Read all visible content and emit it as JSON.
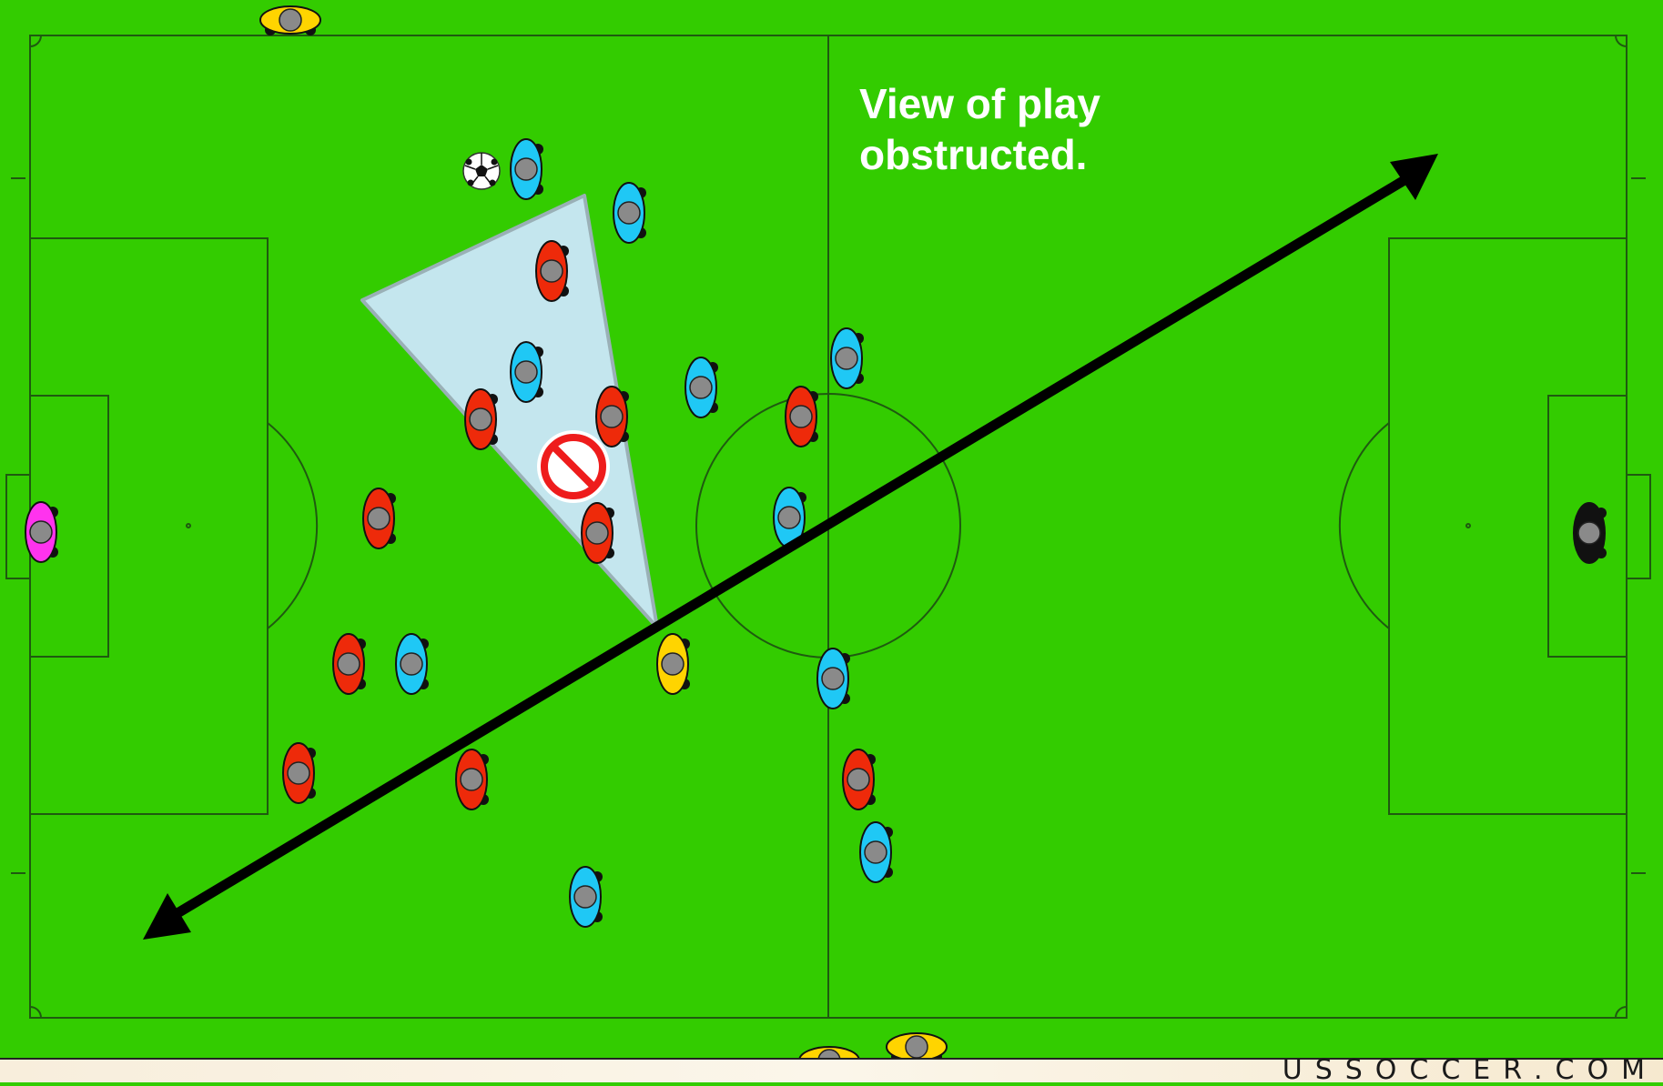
{
  "caption": {
    "line1": "View of play",
    "line2": "obstructed."
  },
  "footer": {
    "brand": "USSOCCER.COM"
  },
  "colors": {
    "field": "#33cc00",
    "lines": "#1f5a10",
    "team_red": "#ee2a0a",
    "team_blue": "#1fc8f5",
    "referee": "#ffd400",
    "keeper_left": "#ff33ee",
    "keeper_right": "#111111",
    "sight_cone": "#c4e6ee",
    "no_symbol": "#ee1c1c"
  },
  "legend_icons": {
    "no_view": "no-entry-icon",
    "ball": "soccer-ball-icon"
  }
}
